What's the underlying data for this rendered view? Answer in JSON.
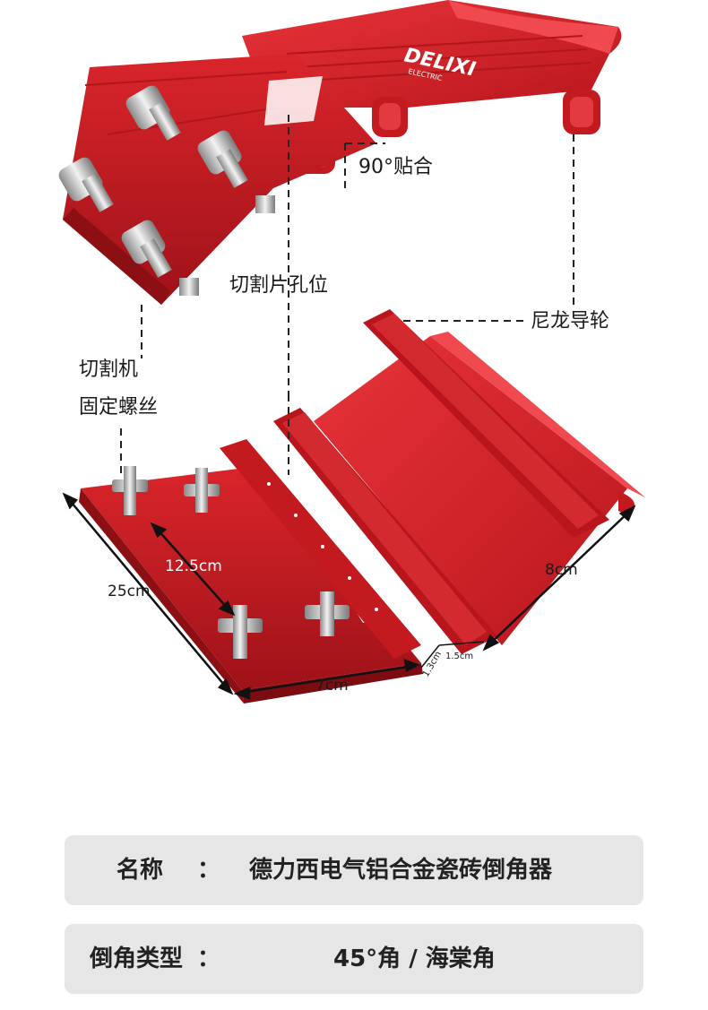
{
  "brand": {
    "logo_text": "DELIXI",
    "logo_sub": "ELECTRIC"
  },
  "callouts": {
    "angle_fit": "90°贴合",
    "blade_hole": "切割片孔位",
    "nylon_wheel": "尼龙导轮",
    "screw_line1": "切割机",
    "screw_line2": "固定螺丝"
  },
  "dimensions": {
    "length": "25cm",
    "bolt_spacing": "12.5cm",
    "base_width": "7cm",
    "side_height": "8cm",
    "gap_width": "1.5cm",
    "lip_height": "1.3cm"
  },
  "specs": [
    {
      "key": "名称",
      "colon": "：",
      "value": "德力西电气铝合金瓷砖倒角器"
    },
    {
      "key": "倒角类型",
      "colon": "：",
      "value": "45°角 / 海棠角"
    }
  ],
  "colors": {
    "product_red": "#d61f26",
    "dark_red": "#a8141a",
    "spec_bg": "#e6e6e6"
  }
}
